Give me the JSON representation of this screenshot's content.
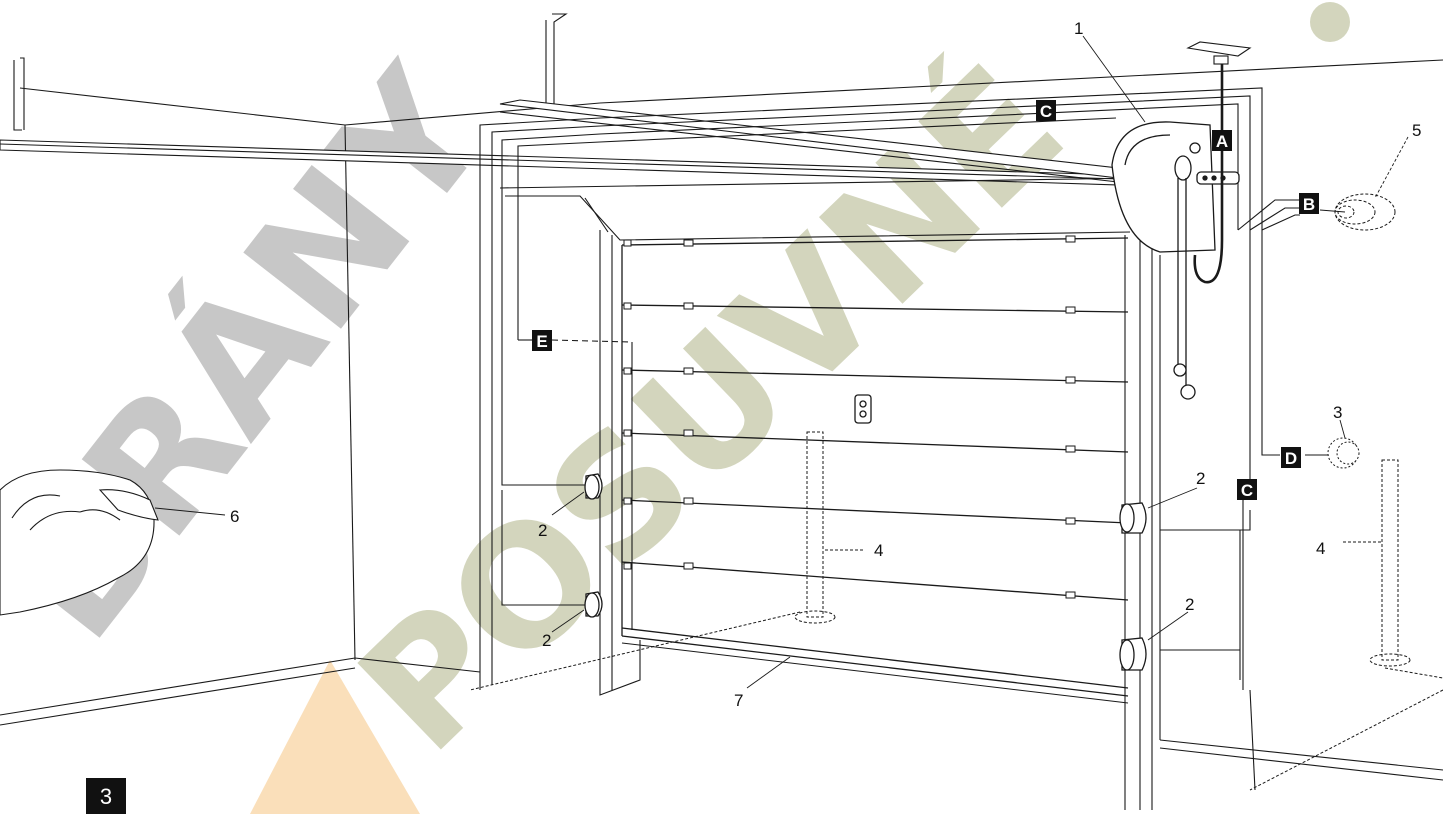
{
  "figure_number": "3",
  "watermark": {
    "line1": "BRÁNY",
    "line2": "POSUVNÉ"
  },
  "colors": {
    "line": "#1a1a1a",
    "watermark_gray": "#b9b9b9",
    "watermark_green": "#c9ccb0",
    "watermark_orange": "#f5c07a",
    "tag_bg": "#111111"
  },
  "connection_tags": [
    {
      "id": "tag-a",
      "label": "A"
    },
    {
      "id": "tag-b",
      "label": "B"
    },
    {
      "id": "tag-c-top",
      "label": "C"
    },
    {
      "id": "tag-c-right",
      "label": "C"
    },
    {
      "id": "tag-d",
      "label": "D"
    },
    {
      "id": "tag-e",
      "label": "E"
    }
  ],
  "callouts": [
    {
      "id": "c1",
      "label": "1"
    },
    {
      "id": "c2a",
      "label": "2"
    },
    {
      "id": "c2b",
      "label": "2"
    },
    {
      "id": "c2c",
      "label": "2"
    },
    {
      "id": "c2d",
      "label": "2"
    },
    {
      "id": "c3",
      "label": "3"
    },
    {
      "id": "c4a",
      "label": "4"
    },
    {
      "id": "c4b",
      "label": "4"
    },
    {
      "id": "c5",
      "label": "5"
    },
    {
      "id": "c6",
      "label": "6"
    },
    {
      "id": "c7",
      "label": "7"
    }
  ]
}
